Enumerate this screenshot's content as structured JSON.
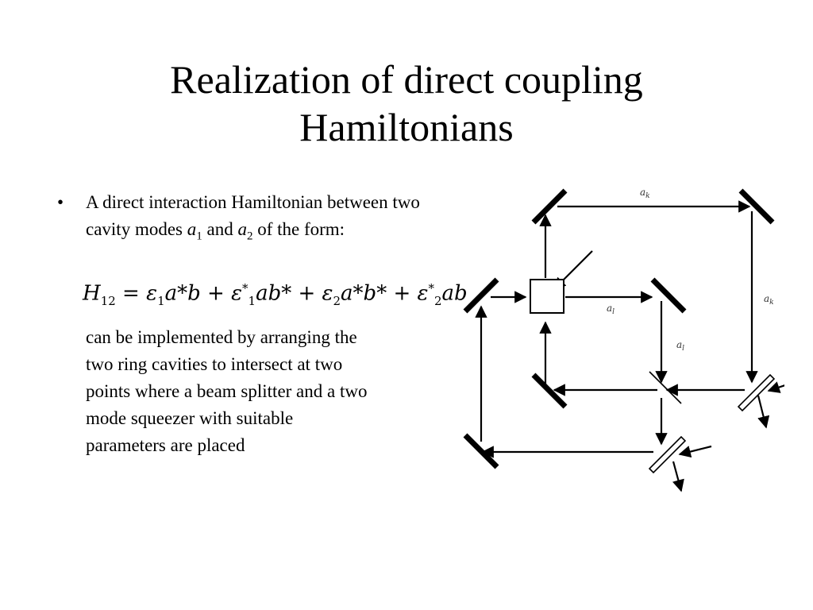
{
  "slide": {
    "title_line1": "Realization of direct coupling",
    "title_line2": "Hamiltonians",
    "bullet": {
      "marker": "•",
      "text_a": "A direct interaction Hamiltonian between two cavity modes ",
      "mode1": "a",
      "mode1_sub": "1",
      "text_b": " and ",
      "mode2": "a",
      "mode2_sub": "2",
      "text_c": " of the form:"
    },
    "formula": {
      "H": "H",
      "H_sub": "12",
      "eq": " = ",
      "t1": "ε",
      "t1_sub": "1",
      "t1_rest": "a*b + ",
      "t2": "ε",
      "t2_sup": "*",
      "t2_sub": "1",
      "t2_rest": "ab* + ",
      "t3": "ε",
      "t3_sub": "2",
      "t3_rest": "a*b* + ",
      "t4": "ε",
      "t4_sup": "*",
      "t4_sub": "2",
      "t4_rest": "ab"
    },
    "continuation": [
      "can be implemented by arranging the",
      "two ring cavities to intersect at two",
      "points where a beam splitter and a two",
      "mode squeezer with suitable",
      "parameters are placed"
    ],
    "diagram": {
      "label_ak_top": "a",
      "label_ak_top_sub": "k",
      "label_ak_right": "a",
      "label_ak_right_sub": "k",
      "label_al_mid": "a",
      "label_al_mid_sub": "l",
      "label_al_right": "a",
      "label_al_right_sub": "l"
    }
  }
}
